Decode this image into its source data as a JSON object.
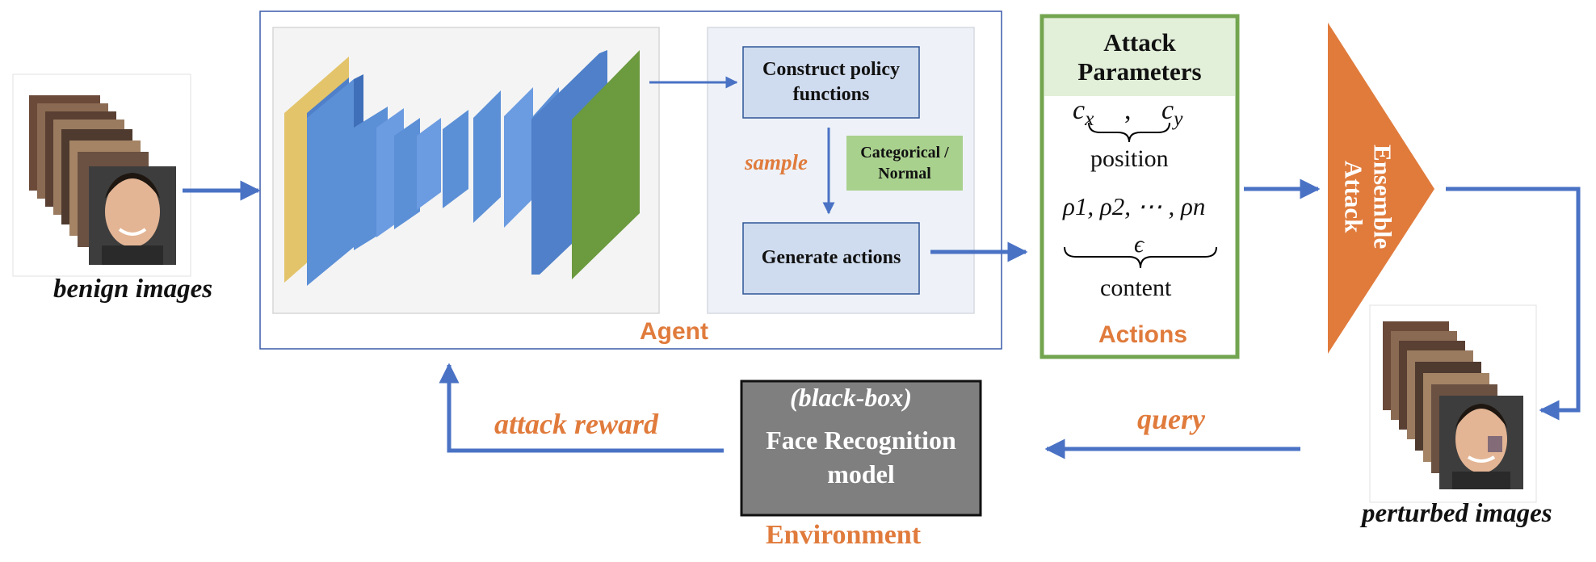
{
  "inputs": {
    "caption": "benign images"
  },
  "outputs": {
    "caption": "perturbed images"
  },
  "agent": {
    "label": "Agent",
    "construct": "Construct policy functions",
    "sample": "sample",
    "categorical": "Categorical / Normal",
    "generate": "Generate actions"
  },
  "actions": {
    "header": "Attack Parameters",
    "cx": "c_x",
    "comma": ",",
    "cy": "c_y",
    "position": "position",
    "rho": "ρ1, ρ2, ⋯ , ρn",
    "epsilon": "ϵ",
    "content": "content",
    "label": "Actions"
  },
  "ensemble": {
    "label": "Ensemble Attack"
  },
  "environment": {
    "blackbox": "(black-box)",
    "model": "Face Recognition model",
    "label": "Environment"
  },
  "edges": {
    "query": "query",
    "reward": "attack reward"
  },
  "colors": {
    "arrow": "#4a72c4",
    "orange": "#e07b3c",
    "blue_layer": "#5b8fd6",
    "yellow_layer": "#e3c46a",
    "green_layer": "#6b9a3f",
    "policy_box": "#cfdbee",
    "cat_box": "#a9d18e",
    "env_box": "#7f7f7f",
    "actions_border": "#73a550"
  }
}
